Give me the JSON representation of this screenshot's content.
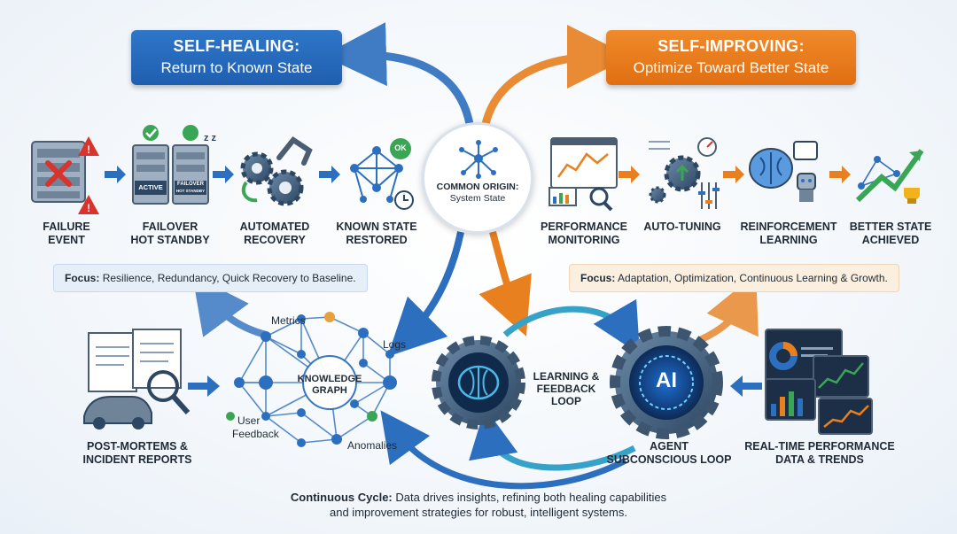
{
  "left_title": {
    "line1": "SELF-HEALING:",
    "line2": "Return to Known State"
  },
  "right_title": {
    "line1": "SELF-IMPROVING:",
    "line2": "Optimize Toward Better State"
  },
  "center": {
    "line1": "COMMON ORIGIN:",
    "line2": "System State"
  },
  "healing_steps": [
    {
      "line1": "FAILURE",
      "line2": "EVENT"
    },
    {
      "line1": "FAILOVER",
      "line2": "HOT STANDBY"
    },
    {
      "line1": "AUTOMATED",
      "line2": "RECOVERY"
    },
    {
      "line1": "KNOWN STATE",
      "line2": "RESTORED"
    }
  ],
  "improving_steps": [
    {
      "line1": "PERFORMANCE",
      "line2": "MONITORING"
    },
    {
      "line1": "AUTO-TUNING",
      "line2": ""
    },
    {
      "line1": "REINFORCEMENT",
      "line2": "LEARNING"
    },
    {
      "line1": "BETTER STATE",
      "line2": "ACHIEVED"
    }
  ],
  "server_labels": {
    "active": "ACTIVE",
    "failover": "FAILOVER",
    "failover_sub": "HOT STANDBY",
    "ok": "OK",
    "zz": "z z"
  },
  "focus_left": {
    "label": "Focus:",
    "text": "Resilience, Redundancy, Quick Recovery to Baseline."
  },
  "focus_right": {
    "label": "Focus:",
    "text": "Adaptation, Optimization, Continuous Learning & Growth."
  },
  "knowledge_graph": {
    "center_line1": "KNOWLEDGE",
    "center_line2": "GRAPH",
    "metrics": "Metrics",
    "logs": "Logs",
    "user": "User",
    "feedback": "Feedback",
    "anomalies": "Anomalies"
  },
  "left_bottom": {
    "line1": "POST-MORTEMS &",
    "line2": "INCIDENT REPORTS"
  },
  "loop": {
    "line1": "LEARNING &",
    "line2": "FEEDBACK",
    "line3": "LOOP"
  },
  "ai_gear": {
    "label": "AI",
    "line1": "AGENT",
    "line2": "SUBCONSCIOUS LOOP"
  },
  "right_bottom": {
    "line1": "REAL-TIME PERFORMANCE",
    "line2": "DATA & TRENDS"
  },
  "bottom": {
    "label": "Continuous Cycle:",
    "line1": "Data drives insights, refining both healing capabilities",
    "line2": "and improvement strategies for robust, intelligent systems."
  },
  "colors": {
    "blue": "#1f5fb0",
    "orange": "#e06f12",
    "red": "#d9342b",
    "green": "#3aa655",
    "dark": "#1f2a36"
  }
}
